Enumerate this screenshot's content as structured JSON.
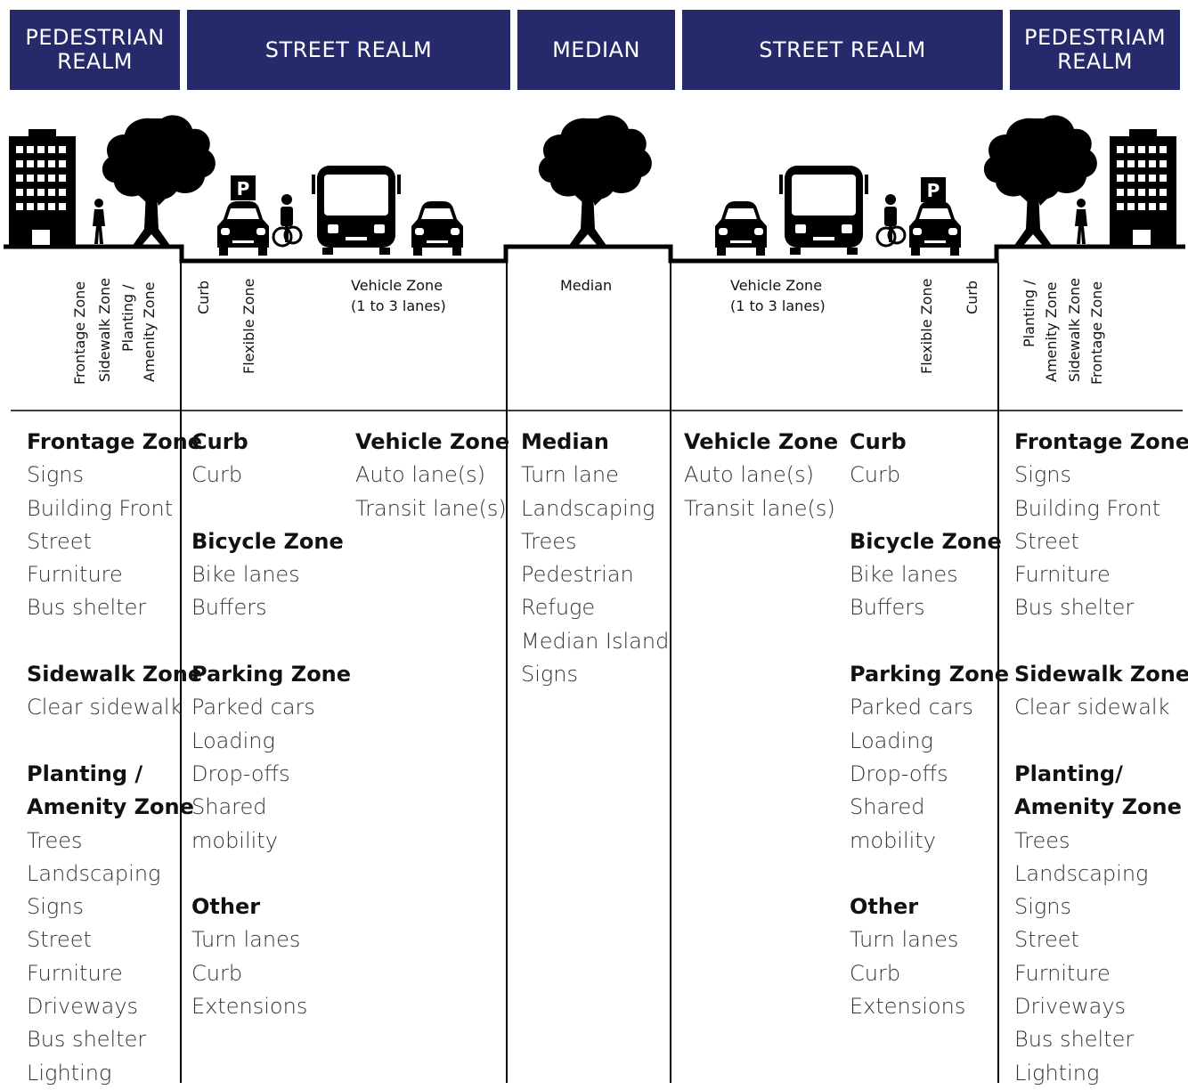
{
  "headers": [
    {
      "label": "PEDESTRIAN\nREALM"
    },
    {
      "label": "STREET REALM"
    },
    {
      "label": "MEDIAN"
    },
    {
      "label": "STREET REALM"
    },
    {
      "label": "PEDESTRIAM\nREALM"
    }
  ],
  "zone_labels": {
    "left_frontage": "Frontage Zone",
    "left_sidewalk": "Sidewalk Zone",
    "left_planting_1": "Planting /",
    "left_planting_2": "Amenity Zone",
    "left_curb": "Curb",
    "left_flexible": "Flexible Zone",
    "left_vehicle": "Vehicle Zone\n(1 to 3 lanes)",
    "median": "Median",
    "right_vehicle": "Vehicle Zone\n(1 to 3 lanes)",
    "right_flexible": "Flexible Zone",
    "right_curb": "Curb",
    "right_planting_1": "Planting /",
    "right_planting_2": "Amenity Zone",
    "right_sidewalk": "Sidewalk Zone",
    "right_frontage": "Frontage Zone"
  },
  "columns": [
    {
      "items": [
        {
          "t": "Frontage Zone",
          "h": true
        },
        {
          "t": "Signs"
        },
        {
          "t": "Building Front"
        },
        {
          "t": "Street"
        },
        {
          "t": "Furniture"
        },
        {
          "t": "Bus shelter"
        },
        {
          "t": "",
          "b": true
        },
        {
          "t": "Sidewalk Zone",
          "h": true
        },
        {
          "t": "Clear sidewalk"
        },
        {
          "t": "",
          "b": true
        },
        {
          "t": "Planting /",
          "h": true
        },
        {
          "t": "Amenity Zone",
          "h": true
        },
        {
          "t": "Trees"
        },
        {
          "t": "Landscaping"
        },
        {
          "t": "Signs"
        },
        {
          "t": "Street"
        },
        {
          "t": "Furniture"
        },
        {
          "t": "Driveways"
        },
        {
          "t": "Bus shelter"
        },
        {
          "t": "Lighting"
        }
      ]
    },
    {
      "items": [
        {
          "t": "Curb",
          "h": true
        },
        {
          "t": "Curb"
        },
        {
          "t": "",
          "b": true
        },
        {
          "t": "Bicycle Zone",
          "h": true
        },
        {
          "t": "Bike lanes"
        },
        {
          "t": "Buffers"
        },
        {
          "t": "",
          "b": true
        },
        {
          "t": "Parking Zone",
          "h": true
        },
        {
          "t": "Parked cars"
        },
        {
          "t": "Loading"
        },
        {
          "t": "Drop-offs"
        },
        {
          "t": "Shared"
        },
        {
          "t": "mobility"
        },
        {
          "t": "",
          "b": true
        },
        {
          "t": "Other",
          "h": true
        },
        {
          "t": "Turn lanes"
        },
        {
          "t": "Curb"
        },
        {
          "t": "Extensions"
        }
      ]
    },
    {
      "items": [
        {
          "t": "Vehicle Zone",
          "h": true
        },
        {
          "t": "Auto lane(s)"
        },
        {
          "t": "Transit lane(s)"
        }
      ]
    },
    {
      "items": [
        {
          "t": "Median",
          "h": true
        },
        {
          "t": "Turn lane"
        },
        {
          "t": "Landscaping"
        },
        {
          "t": "Trees"
        },
        {
          "t": "Pedestrian"
        },
        {
          "t": "Refuge"
        },
        {
          "t": "Median Island"
        },
        {
          "t": "Signs"
        }
      ]
    },
    {
      "items": [
        {
          "t": "Vehicle Zone",
          "h": true
        },
        {
          "t": "Auto lane(s)"
        },
        {
          "t": "Transit lane(s)"
        }
      ]
    },
    {
      "items": [
        {
          "t": "Curb",
          "h": true
        },
        {
          "t": "Curb"
        },
        {
          "t": "",
          "b": true
        },
        {
          "t": "Bicycle Zone",
          "h": true
        },
        {
          "t": "Bike lanes"
        },
        {
          "t": "Buffers"
        },
        {
          "t": "",
          "b": true
        },
        {
          "t": "Parking Zone",
          "h": true
        },
        {
          "t": "Parked cars"
        },
        {
          "t": "Loading"
        },
        {
          "t": "Drop-offs"
        },
        {
          "t": "Shared"
        },
        {
          "t": "mobility"
        },
        {
          "t": "",
          "b": true
        },
        {
          "t": "Other",
          "h": true
        },
        {
          "t": "Turn lanes"
        },
        {
          "t": "Curb"
        },
        {
          "t": "Extensions"
        }
      ]
    },
    {
      "items": [
        {
          "t": "Frontage Zone",
          "h": true
        },
        {
          "t": "Signs"
        },
        {
          "t": "Building Front"
        },
        {
          "t": "Street"
        },
        {
          "t": "Furniture"
        },
        {
          "t": "Bus shelter"
        },
        {
          "t": "",
          "b": true
        },
        {
          "t": "Sidewalk Zone",
          "h": true
        },
        {
          "t": "Clear sidewalk"
        },
        {
          "t": "",
          "b": true
        },
        {
          "t": "Planting/",
          "h": true
        },
        {
          "t": "Amenity Zone",
          "h": true
        },
        {
          "t": "Trees"
        },
        {
          "t": "Landscaping"
        },
        {
          "t": "Signs"
        },
        {
          "t": "Street"
        },
        {
          "t": "Furniture"
        },
        {
          "t": "Driveways"
        },
        {
          "t": "Bus shelter"
        },
        {
          "t": "Lighting"
        }
      ]
    }
  ],
  "colors": {
    "header_bg": "#262a6b",
    "ink": "#000000"
  },
  "icons": [
    "building-icon",
    "tree-icon",
    "pedestrian-icon",
    "parking-sign-icon",
    "car-icon",
    "cyclist-icon",
    "bus-icon"
  ],
  "parking_letter": "P"
}
